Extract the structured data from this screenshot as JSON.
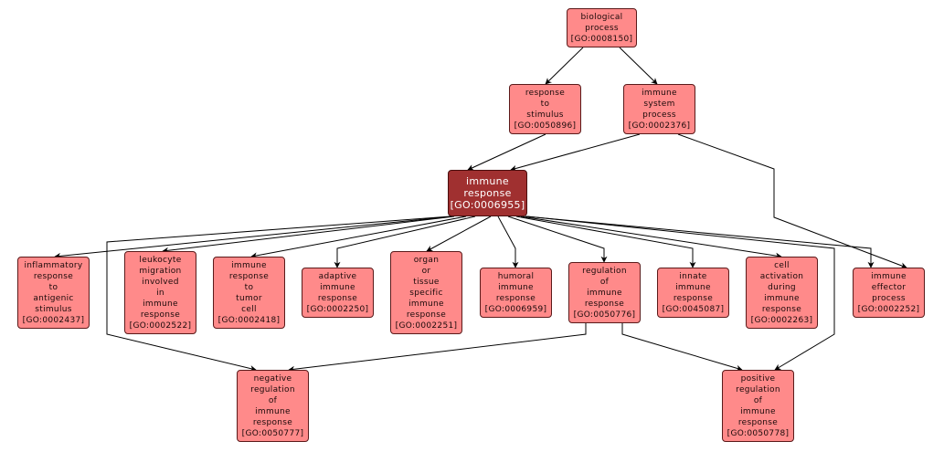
{
  "diagram": {
    "title": "GO term graph for immune response",
    "colors": {
      "node_fill": "#ff8a8a",
      "focus_fill": "#a03030",
      "edge": "#000000"
    },
    "nodes": [
      {
        "id": "n0008150",
        "lines": [
          "biological",
          "process",
          "[GO:0008150]"
        ],
        "focus": false
      },
      {
        "id": "n0050896",
        "lines": [
          "response",
          "to",
          "stimulus",
          "[GO:0050896]"
        ],
        "focus": false
      },
      {
        "id": "n0002376",
        "lines": [
          "immune",
          "system",
          "process",
          "[GO:0002376]"
        ],
        "focus": false
      },
      {
        "id": "n0006955",
        "lines": [
          "immune",
          "response",
          "[GO:0006955]"
        ],
        "focus": true
      },
      {
        "id": "n0002437",
        "lines": [
          "inflammatory",
          "response",
          "to",
          "antigenic",
          "stimulus",
          "[GO:0002437]"
        ],
        "focus": false
      },
      {
        "id": "n0002522",
        "lines": [
          "leukocyte",
          "migration",
          "involved",
          "in",
          "immune",
          "response",
          "[GO:0002522]"
        ],
        "focus": false
      },
      {
        "id": "n0002418",
        "lines": [
          "immune",
          "response",
          "to",
          "tumor",
          "cell",
          "[GO:0002418]"
        ],
        "focus": false
      },
      {
        "id": "n0002250",
        "lines": [
          "adaptive",
          "immune",
          "response",
          "[GO:0002250]"
        ],
        "focus": false
      },
      {
        "id": "n0002251",
        "lines": [
          "organ",
          "or",
          "tissue",
          "specific",
          "immune",
          "response",
          "[GO:0002251]"
        ],
        "focus": false
      },
      {
        "id": "n0006959",
        "lines": [
          "humoral",
          "immune",
          "response",
          "[GO:0006959]"
        ],
        "focus": false
      },
      {
        "id": "n0050776",
        "lines": [
          "regulation",
          "of",
          "immune",
          "response",
          "[GO:0050776]"
        ],
        "focus": false
      },
      {
        "id": "n0045087",
        "lines": [
          "innate",
          "immune",
          "response",
          "[GO:0045087]"
        ],
        "focus": false
      },
      {
        "id": "n0002263",
        "lines": [
          "cell",
          "activation",
          "during",
          "immune",
          "response",
          "[GO:0002263]"
        ],
        "focus": false
      },
      {
        "id": "n0002252",
        "lines": [
          "immune",
          "effector",
          "process",
          "[GO:0002252]"
        ],
        "focus": false
      },
      {
        "id": "n0050777",
        "lines": [
          "negative",
          "regulation",
          "of",
          "immune",
          "response",
          "[GO:0050777]"
        ],
        "focus": false
      },
      {
        "id": "n0050778",
        "lines": [
          "positive",
          "regulation",
          "of",
          "immune",
          "response",
          "[GO:0050778]"
        ],
        "focus": false
      }
    ],
    "edges": [
      {
        "from": "n0008150",
        "to": "n0050896"
      },
      {
        "from": "n0008150",
        "to": "n0002376"
      },
      {
        "from": "n0050896",
        "to": "n0006955"
      },
      {
        "from": "n0002376",
        "to": "n0006955"
      },
      {
        "from": "n0002376",
        "to": "n0002252"
      },
      {
        "from": "n0006955",
        "to": "n0002437"
      },
      {
        "from": "n0006955",
        "to": "n0002522"
      },
      {
        "from": "n0006955",
        "to": "n0002418"
      },
      {
        "from": "n0006955",
        "to": "n0002250"
      },
      {
        "from": "n0006955",
        "to": "n0002251"
      },
      {
        "from": "n0006955",
        "to": "n0006959"
      },
      {
        "from": "n0006955",
        "to": "n0050776"
      },
      {
        "from": "n0006955",
        "to": "n0045087"
      },
      {
        "from": "n0006955",
        "to": "n0002263"
      },
      {
        "from": "n0006955",
        "to": "n0002252"
      },
      {
        "from": "n0006955",
        "to": "n0050777"
      },
      {
        "from": "n0006955",
        "to": "n0050778"
      },
      {
        "from": "n0050776",
        "to": "n0050777"
      },
      {
        "from": "n0050776",
        "to": "n0050778"
      }
    ]
  }
}
